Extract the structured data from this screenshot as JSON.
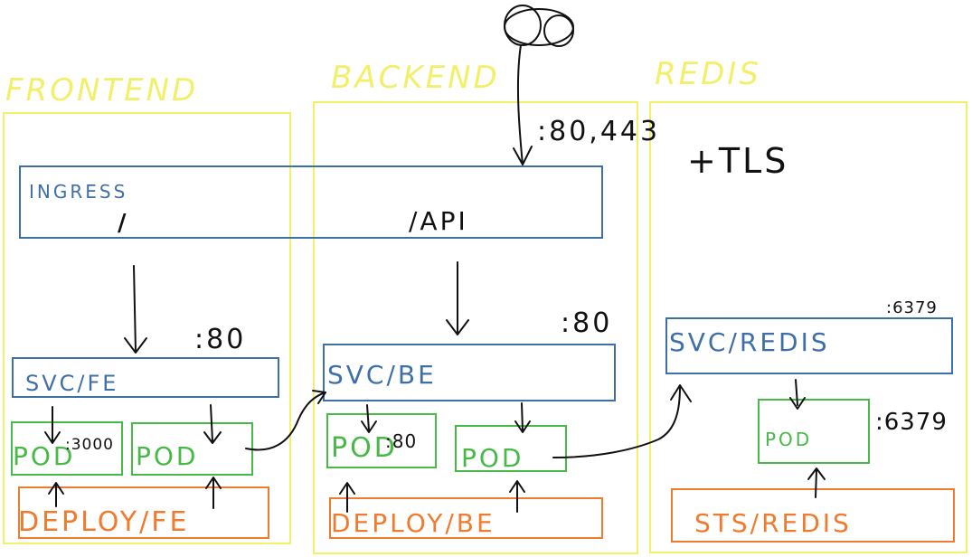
{
  "zones": {
    "frontend": "FRONTEND",
    "backend": "BACKEND",
    "redis": "REDIS"
  },
  "ingress": {
    "label": "INGRESS",
    "root_path": "/",
    "api_path": "/API",
    "ports": ":80,443",
    "tls": "+TLS"
  },
  "frontend": {
    "svc": "SVC/FE",
    "svc_port": ":80",
    "pod1": "POD",
    "pod1_port": ":3000",
    "pod2": "POD",
    "deploy": "DEPLOY/FE"
  },
  "backend": {
    "svc": "SVC/BE",
    "svc_port": ":80",
    "pod1": "POD",
    "pod1_port": ":80",
    "pod2": "POD",
    "deploy": "DEPLOY/BE"
  },
  "redis": {
    "svc": "SVC/REDIS",
    "svc_port": ":6379",
    "pod": "POD",
    "pod_port": ":6379",
    "sts": "STS/REDIS"
  },
  "colors": {
    "zone": "#f2ef6b",
    "service": "#3f6fa8",
    "pod": "#46b946",
    "controller": "#f07a2e",
    "arrow": "#111111"
  }
}
